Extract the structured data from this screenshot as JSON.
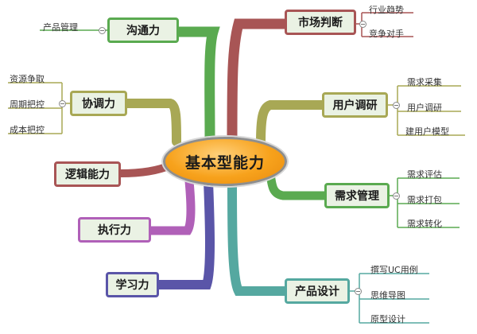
{
  "center": {
    "label": "基本型能力"
  },
  "branches": {
    "market": {
      "label": "市场判断",
      "color": "#a85555",
      "items": [
        "行业趋势",
        "竞争对手"
      ]
    },
    "user_research": {
      "label": "用户调研",
      "color": "#a8a855",
      "items": [
        "需求采集",
        "用户调研",
        "建用户模型"
      ]
    },
    "requirements": {
      "label": "需求管理",
      "color": "#5aaa50",
      "items": [
        "需求评估",
        "需求打包",
        "需求转化"
      ]
    },
    "design": {
      "label": "产品设计",
      "color": "#55a8a0",
      "items": [
        "撰写UC用例",
        "思维导图",
        "原型设计"
      ]
    },
    "communication": {
      "label": "沟通力",
      "color": "#5aaa50",
      "items": [
        "产品管理"
      ]
    },
    "coordination": {
      "label": "协调力",
      "color": "#a8a855",
      "items": [
        "资源争取",
        "周期把控",
        "成本把控"
      ]
    },
    "logic": {
      "label": "逻辑能力",
      "color": "#a85555",
      "items": []
    },
    "execution": {
      "label": "执行力",
      "color": "#b060b8",
      "items": []
    },
    "learning": {
      "label": "学习力",
      "color": "#5a55a8",
      "items": []
    }
  }
}
